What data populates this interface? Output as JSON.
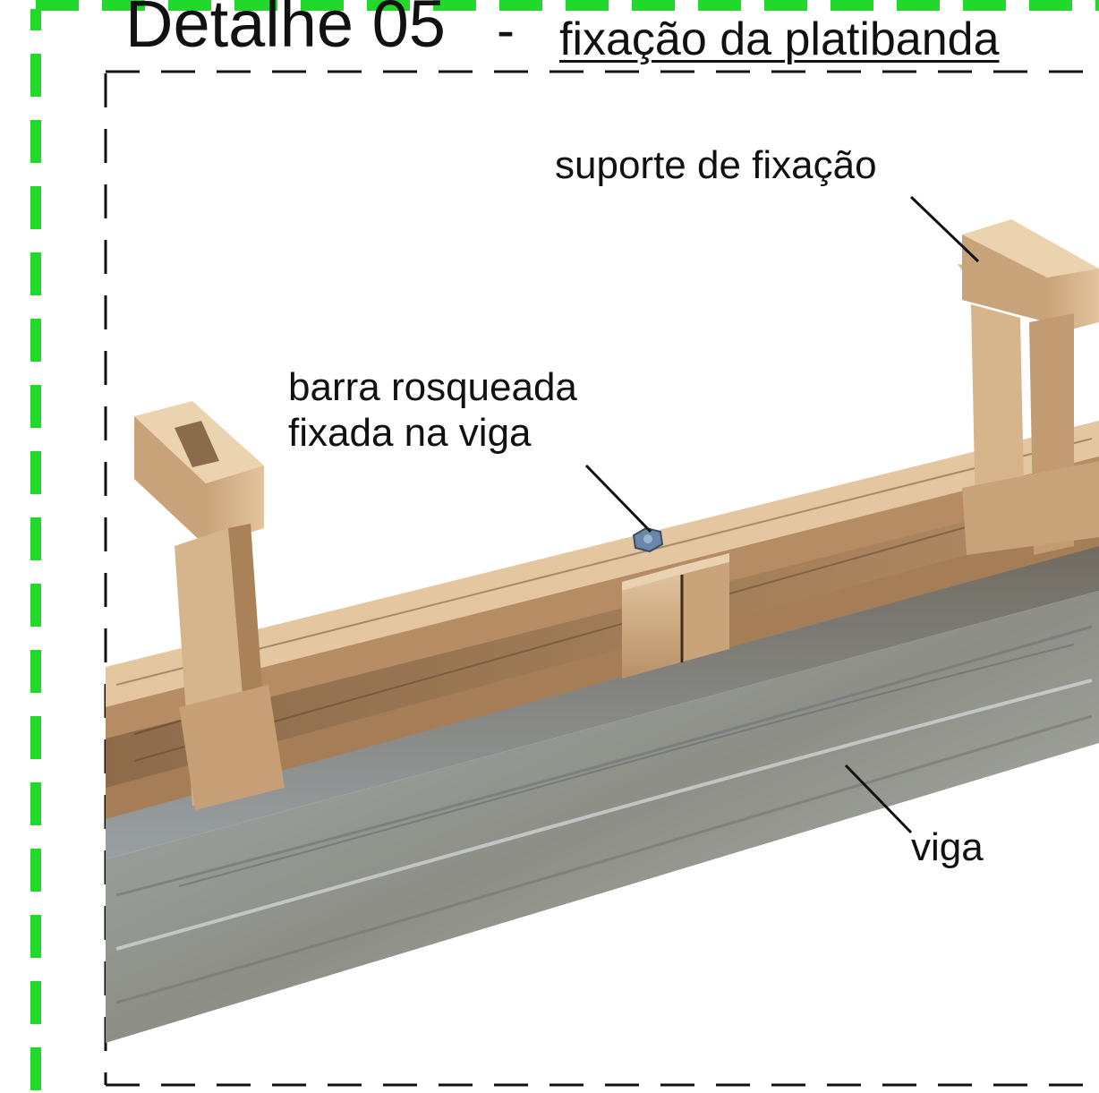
{
  "title": {
    "main": "Detalhe 05",
    "separator": "-",
    "subtitle": "fixação da platibanda"
  },
  "labels": {
    "suporte": "suporte de fixação",
    "barra_line1": "barra rosqueada",
    "barra_line2": "fixada na viga",
    "viga": "viga"
  },
  "colors": {
    "border_green": "#22d82a",
    "frame_dashes": "#111111",
    "wood_light": "#d9b98f",
    "wood_mid": "#b8946a",
    "wood_dark": "#7a5c3e",
    "beam_gray": "#8e959a",
    "nut_blue": "#6a86a8"
  }
}
